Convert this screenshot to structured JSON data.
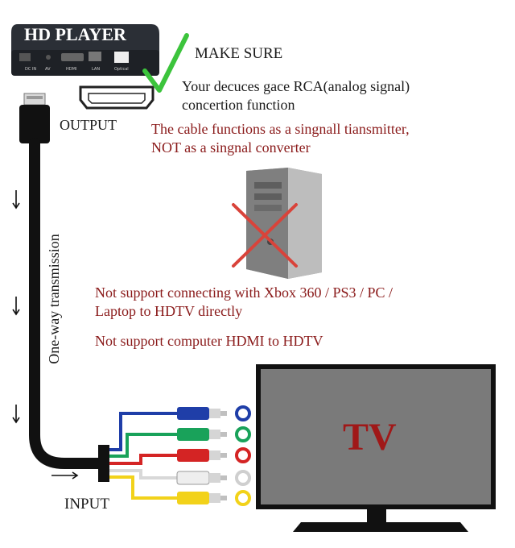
{
  "device": {
    "title": "HD PLAYER",
    "ports": [
      "DC IN",
      "AV",
      "HDMI",
      "LAN",
      "Optical"
    ]
  },
  "labels": {
    "make_sure": "MAKE SURE",
    "rca_line1": "Your decuces gace RCA(analog signal)",
    "rca_line2": "concertion function",
    "output": "OUTPUT",
    "cable_line1": "The cable functions as a  singnall tiansmitter,",
    "cable_line2": "NOT as a singnal converter",
    "not_support1_line1": "Not support connecting with Xbox 360 / PS3 / PC /",
    "not_support1_line2": "Laptop to HDTV directly",
    "not_support2": "Not support computer HDMI to HDTV",
    "transmission": "One-way transmission",
    "input": "INPUT",
    "tv": "TV"
  },
  "colors": {
    "text": "#1a1a1a",
    "warning": "#8a1a1a",
    "check": "#3cc43c",
    "cross": "#d9433a",
    "tv_label": "#a01818",
    "tv_screen": "#7a7a7a",
    "cable": "#111111",
    "rca_blue": "#1f3ea8",
    "rca_green": "#19a25a",
    "rca_red": "#d42424",
    "rca_white": "#e6e6e6",
    "rca_yellow": "#f2d21a"
  },
  "icons": [
    "check-icon",
    "cross-icon",
    "down-arrow-icon",
    "right-arrow-icon",
    "hdmi-plug-icon",
    "hdmi-port-icon",
    "computer-tower-icon"
  ]
}
